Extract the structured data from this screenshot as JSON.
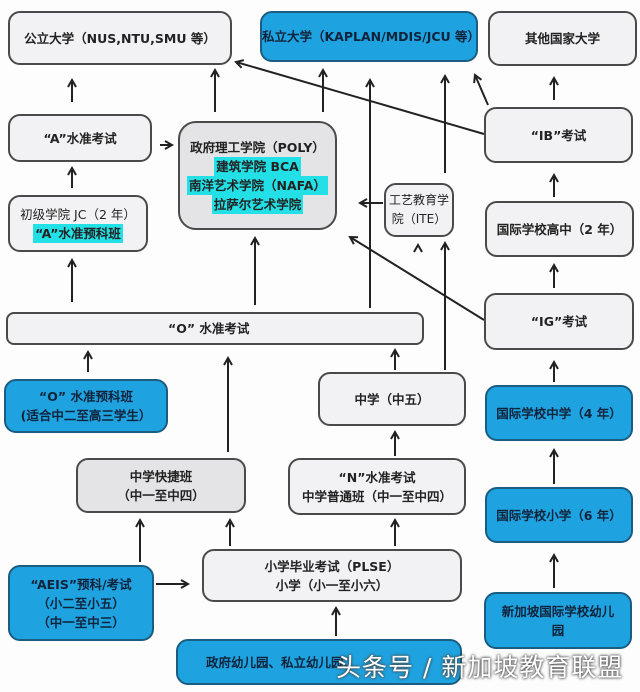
{
  "nodes": {
    "public_uni": "公立大学（NUS,NTU,SMU 等）",
    "private_uni": "私立大学（KAPLAN/MDIS/JCU 等）",
    "overseas_uni": "其他国家大学",
    "a_level_exam": "“A”水准考试",
    "poly": {
      "line1": "政府理工学院（POLY）",
      "line2": "建筑学院 BCA",
      "line3": "南洋艺术学院（NAFA）",
      "line4": "拉萨尔艺术学院"
    },
    "jc": {
      "line1": "初级学院 JC（2 年）",
      "line2": "“A”水准预科班"
    },
    "ite": {
      "line1": "工艺教育学",
      "line2": "院（ITE）"
    },
    "ib_exam": "“IB”考试",
    "intl_high": "国际学校高中（2 年）",
    "o_level_exam": "“O” 水准考试",
    "ig_exam": "“IG”考试",
    "o_prep": {
      "line1": "“O” 水准预科班",
      "line2": "(适合中二至高三学生）"
    },
    "sec5": "中学（中五）",
    "intl_secondary": "国际学校中学（4 年）",
    "express": {
      "line1": "中学快捷班",
      "line2": "（中一至中四）"
    },
    "normal": {
      "line1": "“N”水准考试",
      "line2": "中学普通班（中一至中四）"
    },
    "intl_primary": "国际学校小学（6 年）",
    "aeis": {
      "line1": "“AEIS”预科/考试",
      "line2": "（小二至小五）",
      "line3": "（中一至中三）"
    },
    "plse": {
      "line1": "小学毕业考试（PLSE）",
      "line2": "小学（小一至小六）"
    },
    "intl_kindergarten": "新加坡国际学校幼儿园",
    "kindergarten": "政府幼儿园、私立幼儿园、"
  },
  "watermark": "头条号 / 新加坡教育联盟",
  "colors": {
    "blue_box": "#1fa3e0",
    "gray_box": "#f2f2f4",
    "highlight": "#22e0e6"
  }
}
